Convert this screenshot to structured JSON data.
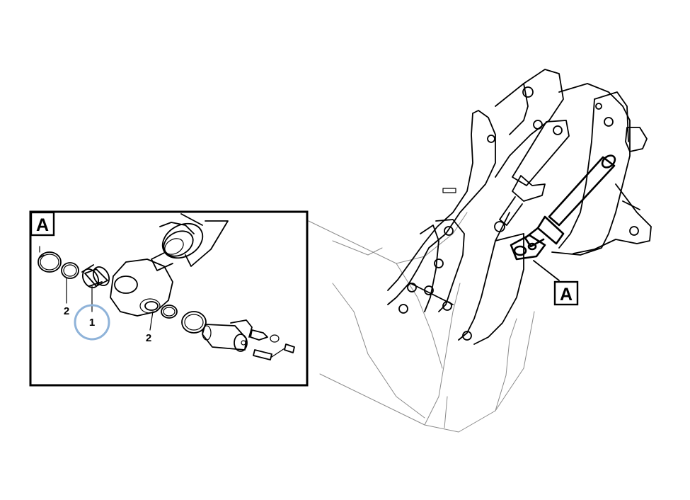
{
  "callouts": {
    "detail_tag": "A",
    "view_tag": "A"
  },
  "labels": {
    "part_1": "1",
    "part_2_upper": "2",
    "part_2_lower": "2"
  },
  "colors": {
    "line": "#000000",
    "highlight_circle": "#8fb3d9",
    "background": "#ffffff"
  },
  "icons": {
    "highlight": "highlight-circle"
  }
}
